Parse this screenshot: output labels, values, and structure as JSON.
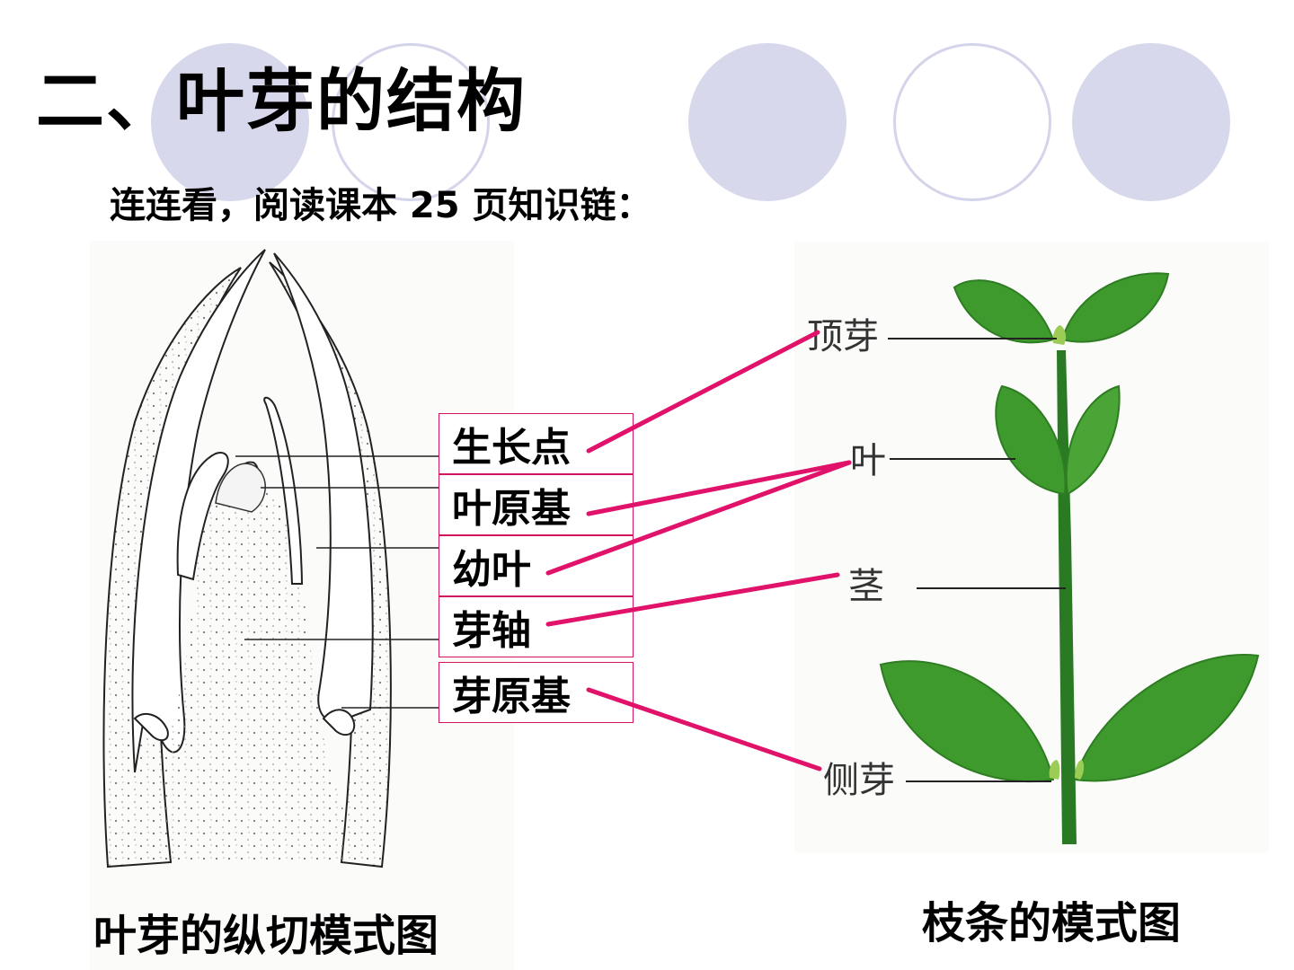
{
  "slide": {
    "title": "二、叶芽的结构",
    "instruction": "连连看，阅读课本 25 页知识链："
  },
  "terms": [
    "生长点",
    "叶原基",
    "幼叶",
    "芽轴",
    "芽原基"
  ],
  "shoot_labels": {
    "terminal_bud": "顶芽",
    "leaf": "叶",
    "stem": "茎",
    "lateral_bud": "侧芽"
  },
  "captions": {
    "bud_figure": "叶芽的纵切模式图",
    "shoot_figure": "枝条的模式图"
  },
  "colors": {
    "match_line": "#e0126a",
    "term_border": "#d1155f",
    "decor_circle": "#d8d8ec",
    "leaf": "#3f9a2e",
    "stem": "#2a7a24"
  }
}
